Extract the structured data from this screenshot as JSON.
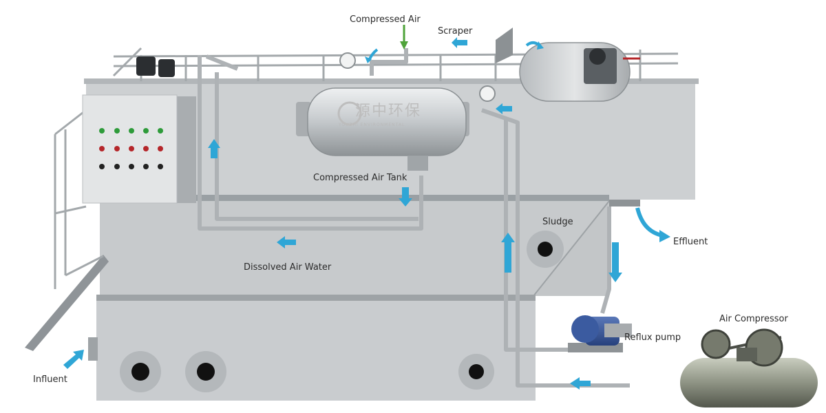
{
  "labels": {
    "compressed_air": "Compressed Air",
    "scraper": "Scraper",
    "compressed_air_tank": "Compressed Air Tank",
    "dissolved_air_water": "Dissolved Air Water",
    "sludge": "Sludge",
    "effluent": "Effluent",
    "reflux_pump": "Reflux pump",
    "air_compressor": "Air Compressor",
    "influent": "Influent"
  },
  "watermark": {
    "text": "源中环保",
    "subtext": "YOUZHI ENVIRONMENTAL"
  },
  "colors": {
    "flow_arrow": "#2fa6d6",
    "air_arrow": "#4fa33a"
  }
}
